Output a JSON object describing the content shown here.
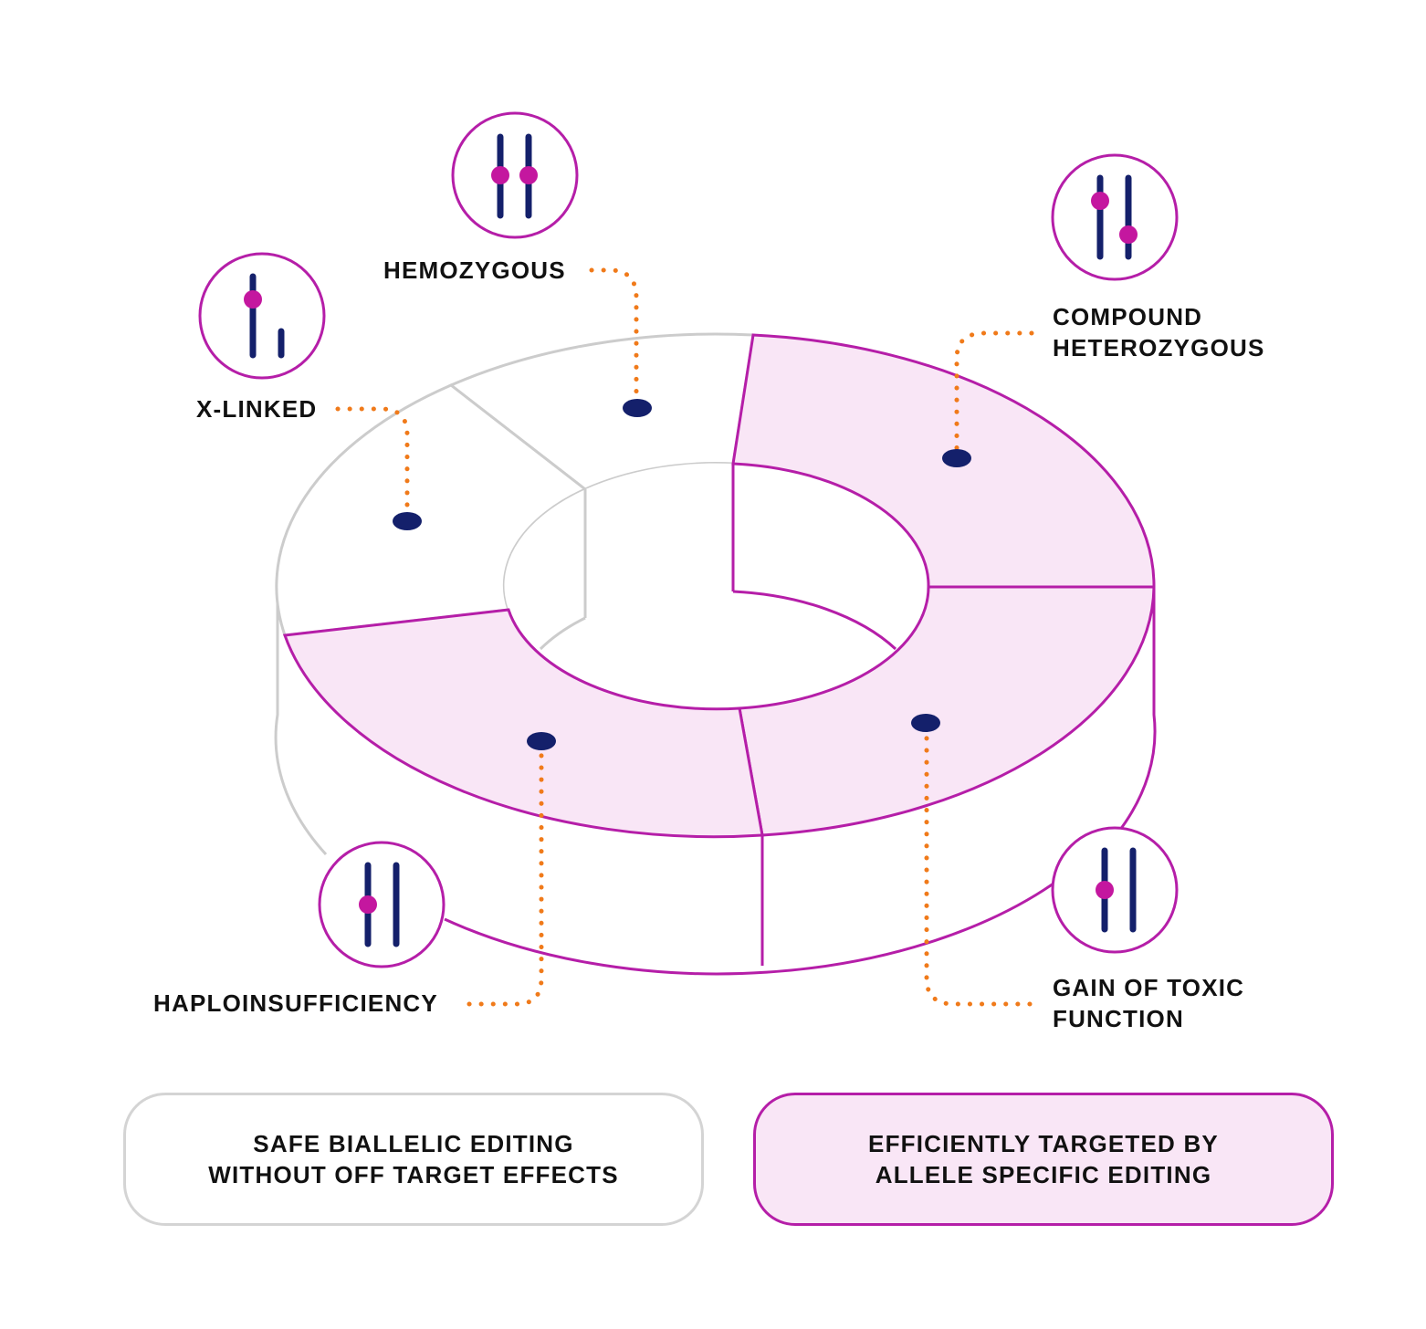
{
  "colors": {
    "gray_line": "#cccccc",
    "magenta": "#b51ea8",
    "pink_fill": "#f9e6f6",
    "navy": "#14206b",
    "dot_pink": "#c4179f",
    "orange": "#f07a1a"
  },
  "segments": [
    {
      "id": "hemozygous",
      "group": "biallelic"
    },
    {
      "id": "x-linked",
      "group": "biallelic"
    },
    {
      "id": "compound-heterozygous",
      "group": "allele-specific"
    },
    {
      "id": "gain-of-toxic-function",
      "group": "allele-specific"
    },
    {
      "id": "haploinsufficiency",
      "group": "allele-specific"
    }
  ],
  "labels": {
    "hemozygous": [
      "HEMOZYGOUS"
    ],
    "x_linked": [
      "X-LINKED"
    ],
    "compound_heterozygous": [
      "COMPOUND",
      "HETEROZYGOUS"
    ],
    "gain_of_toxic_function": [
      "GAIN OF TOXIC",
      "FUNCTION"
    ],
    "haploinsufficiency": [
      "HAPLOINSUFFICIENCY"
    ]
  },
  "icons": {
    "hemozygous": "two-alleles-both-marked-icon",
    "x_linked": "single-allele-marked-icon",
    "compound_heterozygous": "two-alleles-different-marks-icon",
    "gain_of_toxic_function": "two-alleles-one-marked-icon",
    "haploinsufficiency": "two-alleles-one-marked-icon"
  },
  "legend": {
    "biallelic": {
      "line1": "SAFE BIALLELIC EDITING",
      "line2": "WITHOUT OFF TARGET EFFECTS"
    },
    "allele_specific": {
      "line1": "EFFICIENTLY TARGETED BY",
      "line2": "ALLELE SPECIFIC EDITING"
    }
  }
}
